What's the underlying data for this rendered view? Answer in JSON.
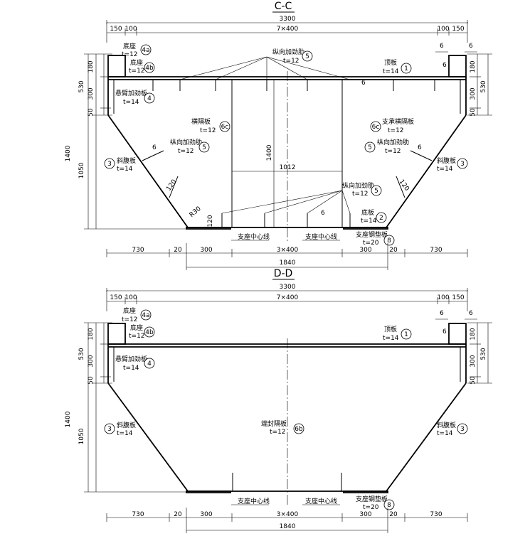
{
  "sections": [
    {
      "title": "C-C",
      "dims": {
        "total_width": "3300",
        "left_150": "150",
        "left_100": "100",
        "middle": "7×400",
        "right_100": "100",
        "right_150": "150",
        "h1400": "1400",
        "h530": "530",
        "h530_right": "530",
        "h180": "180",
        "h300": "300",
        "h50": "50",
        "h1050": "1050",
        "h180_r": "180",
        "h300_r": "300",
        "h50_r": "50",
        "b730": "730",
        "b20": "20",
        "b300": "300",
        "b3x400": "3×400",
        "b300r": "300",
        "b20r": "20",
        "b730r": "730",
        "b1840": "1840",
        "inner_1400": "1400",
        "inner_1012": "1012",
        "h120a": "120",
        "h120b": "120",
        "h120c": "120",
        "r30": "R30",
        "weld6a": "6",
        "weld6b": "6",
        "weld6c": "6",
        "weld6d": "6",
        "weld6e": "6",
        "weld6f": "6",
        "weld6g": "6"
      },
      "labels": {
        "flange_4a": "底座",
        "t12_4a": "t=12",
        "num_4a": "4a",
        "flange_4b": "底座",
        "t12_4b": "t=12",
        "num_4b": "4b",
        "cant_stiff": "悬臂加劲板",
        "t14_4": "t=14",
        "num_4": "4",
        "long_stiff_top": "纵向加劲肋",
        "t12_5top": "t=12",
        "num_5top": "5",
        "top_plate": "顶板",
        "t14_1": "t=14",
        "num_1": "1",
        "mid_diaphragm": "横隔板",
        "t12_6c_l": "t=12",
        "num_6c_l": "6c",
        "support_diaphragm": "支承横隔板",
        "t12_6c_r": "t=12",
        "num_6c_r": "6c",
        "long_stiff_l": "纵向加劲肋",
        "t12_5l": "t=12",
        "num_5l": "5",
        "long_stiff_r": "纵向加劲肋",
        "t12_5r": "t=12",
        "num_5r": "5",
        "web_l": "斜腹板",
        "t14_3l": "t=14",
        "num_3l": "3",
        "web_r": "斜腹板",
        "t14_3r": "t=14",
        "num_3r": "3",
        "long_stiff_bot": "纵向加劲肋",
        "t12_5bot": "t=12",
        "num_5bot": "5",
        "bottom_plate": "底板",
        "t14_2": "t=14",
        "num_2": "2",
        "bearing_cl_l": "支座中心线",
        "bearing_cl_r": "支座中心线",
        "bearing_plate": "支座钢垫板",
        "t20_8": "t=20",
        "num_8": "8"
      }
    },
    {
      "title": "D-D",
      "dims": {
        "total_width": "3300",
        "left_150": "150",
        "left_100": "100",
        "middle": "7×400",
        "right_100": "100",
        "right_150": "150",
        "h1400": "1400",
        "h530": "530",
        "h530_right": "530",
        "h180": "180",
        "h300": "300",
        "h50": "50",
        "h1050": "1050",
        "h180_r": "180",
        "h300_r": "300",
        "h50_r": "50",
        "b730": "730",
        "b20": "20",
        "b300": "300",
        "b3x400": "3×400",
        "b300r": "300",
        "b20r": "20",
        "b730r": "730",
        "b1840": "1840",
        "weld6a": "6",
        "weld6b": "6",
        "weld6c": "6"
      },
      "labels": {
        "flange_4a": "底座",
        "t12_4a": "t=12",
        "num_4a": "4a",
        "flange_4b": "底座",
        "t12_4b": "t=12",
        "num_4b": "4b",
        "cant_stiff": "悬臂加劲板",
        "t14_4": "t=14",
        "num_4": "4",
        "top_plate": "顶板",
        "t14_1": "t=14",
        "num_1": "1",
        "end_diaphragm": "端封隔板",
        "t12_6b": "t=12",
        "num_6b": "6b",
        "web_l": "斜腹板",
        "t14_3l": "t=14",
        "num_3l": "3",
        "web_r": "斜腹板",
        "t14_3r": "t=14",
        "num_3r": "3",
        "bearing_cl_l": "支座中心线",
        "bearing_cl_r": "支座中心线",
        "bearing_plate": "支座钢垫板",
        "t20_8": "t=20",
        "num_8": "8"
      }
    }
  ]
}
